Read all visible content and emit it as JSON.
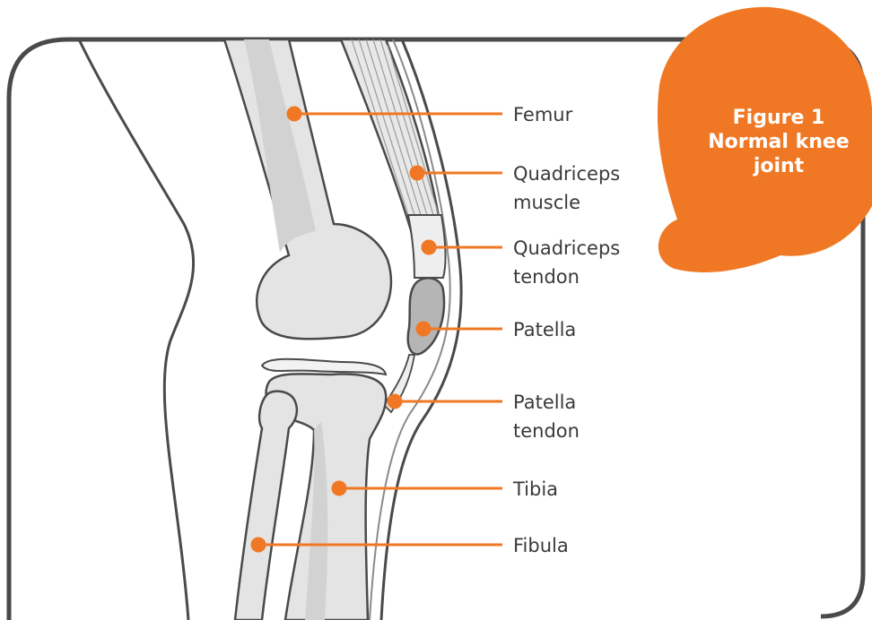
{
  "figure": {
    "badge_lines": [
      "Figure 1",
      "Normal knee",
      "joint"
    ]
  },
  "labels": {
    "femur": [
      "Femur"
    ],
    "quadriceps_muscle": [
      "Quadriceps",
      "muscle"
    ],
    "quadriceps_tendon": [
      "Quadriceps",
      "tendon"
    ],
    "patella": [
      "Patella"
    ],
    "patella_tendon": [
      "Patella",
      "tendon"
    ],
    "tibia": [
      "Tibia"
    ],
    "fibula": [
      "Fibula"
    ]
  },
  "colors": {
    "accent": "#f07824",
    "outline": "#4a4a4a",
    "bone": "#e4e4e4",
    "bone_shadow": "#cfcfcf",
    "patella": "#b5b5b5"
  }
}
